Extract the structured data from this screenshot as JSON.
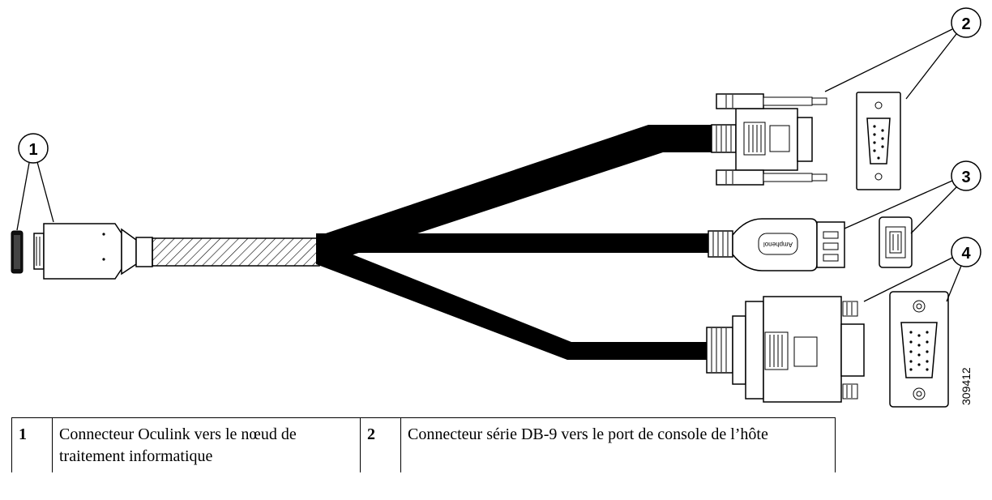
{
  "callouts": [
    {
      "number": "1"
    },
    {
      "number": "2"
    },
    {
      "number": "3"
    },
    {
      "number": "4"
    }
  ],
  "figure_id": "309412",
  "connector_brand_text": "Amphenol",
  "legend": [
    {
      "number": "1",
      "description": "Connecteur Oculink vers le nœud de traitement informatique"
    },
    {
      "number": "2",
      "description": "Connecteur série DB-9 vers le port de console de l’hôte"
    }
  ]
}
